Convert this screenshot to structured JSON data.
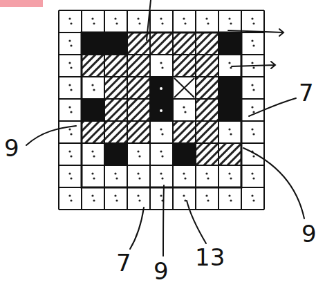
{
  "diagram": {
    "labels": [
      "7",
      "9",
      "9",
      "7",
      "9",
      "13"
    ]
  }
}
